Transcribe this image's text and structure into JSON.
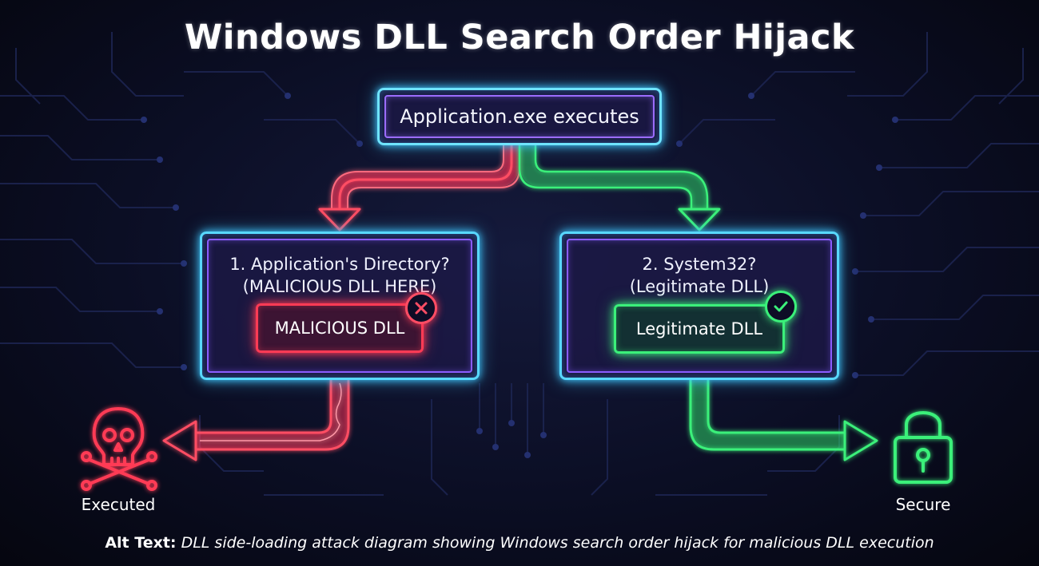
{
  "title": "Windows DLL Search Order Hijack",
  "start_node": {
    "label": "Application.exe executes"
  },
  "left_node": {
    "line1": "1. Application's Directory?",
    "line2": "(MALICIOUS DLL HERE)",
    "dll_label": "MALICIOUS DLL",
    "badge_icon": "x-circle-icon",
    "color": "#ff3b55"
  },
  "right_node": {
    "line1": "2. System32?",
    "line2": "(Legitimate DLL)",
    "dll_label": "Legitimate DLL",
    "badge_icon": "check-circle-icon",
    "color": "#3bf07a"
  },
  "outcomes": {
    "left": {
      "label": "Executed",
      "icon": "skull-crossbones-icon"
    },
    "right": {
      "label": "Secure",
      "icon": "padlock-icon"
    }
  },
  "caption": {
    "key": "Alt Text:",
    "text": "DLL side-loading attack diagram showing Windows search order hijack for malicious DLL execution"
  },
  "colors": {
    "node_border": "#58d8ff",
    "node_inner": "#8a5cff",
    "danger": "#ff3b55",
    "safe": "#3bf07a",
    "background": "#07091a"
  }
}
